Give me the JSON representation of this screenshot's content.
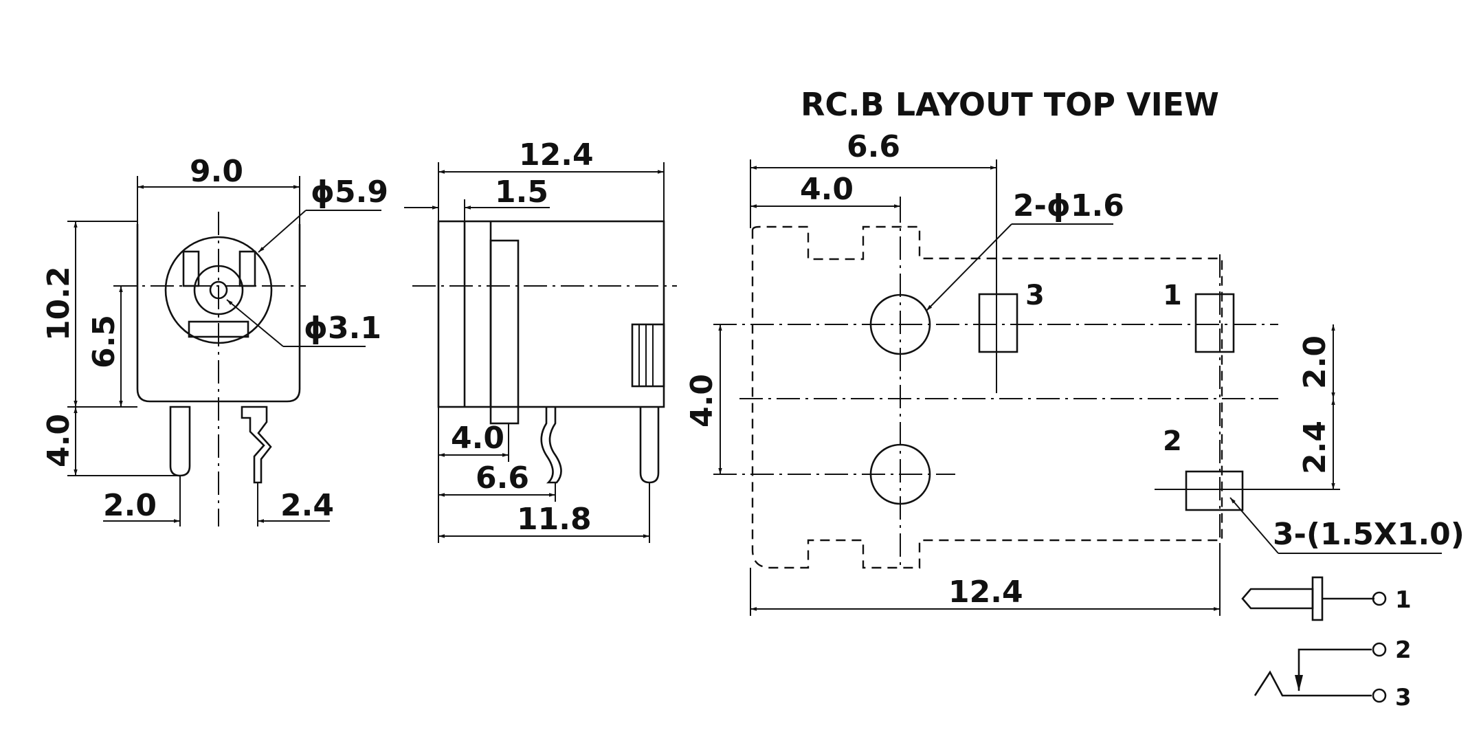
{
  "title": "RC.B LAYOUT TOP VIEW",
  "front_view": {
    "width": "9.0",
    "opening_dia": "ϕ5.9",
    "height": "10.2",
    "center_height": "6.5",
    "pin_dia": "ϕ3.1",
    "pin_length": "4.0",
    "pin_offset_left": "2.0",
    "pin_offset_right": "2.4"
  },
  "side_view": {
    "length": "12.4",
    "flange": "1.5",
    "pin_pos_1": "4.0",
    "pin_pos_2": "6.6",
    "pin_pos_3": "11.8"
  },
  "pcb_layout": {
    "dim_top_outer": "6.6",
    "dim_top_inner": "4.0",
    "hole_spec": "2-ϕ1.6",
    "hole_spacing": "4.0",
    "pad_spacing_upper": "2.0",
    "pad_spacing_lower": "2.4",
    "pad_spec": "3-(1.5X1.0)",
    "length": "12.4",
    "pad_labels": [
      "3",
      "1",
      "2"
    ]
  },
  "schematic": {
    "pins": [
      "1",
      "2",
      "3"
    ]
  }
}
